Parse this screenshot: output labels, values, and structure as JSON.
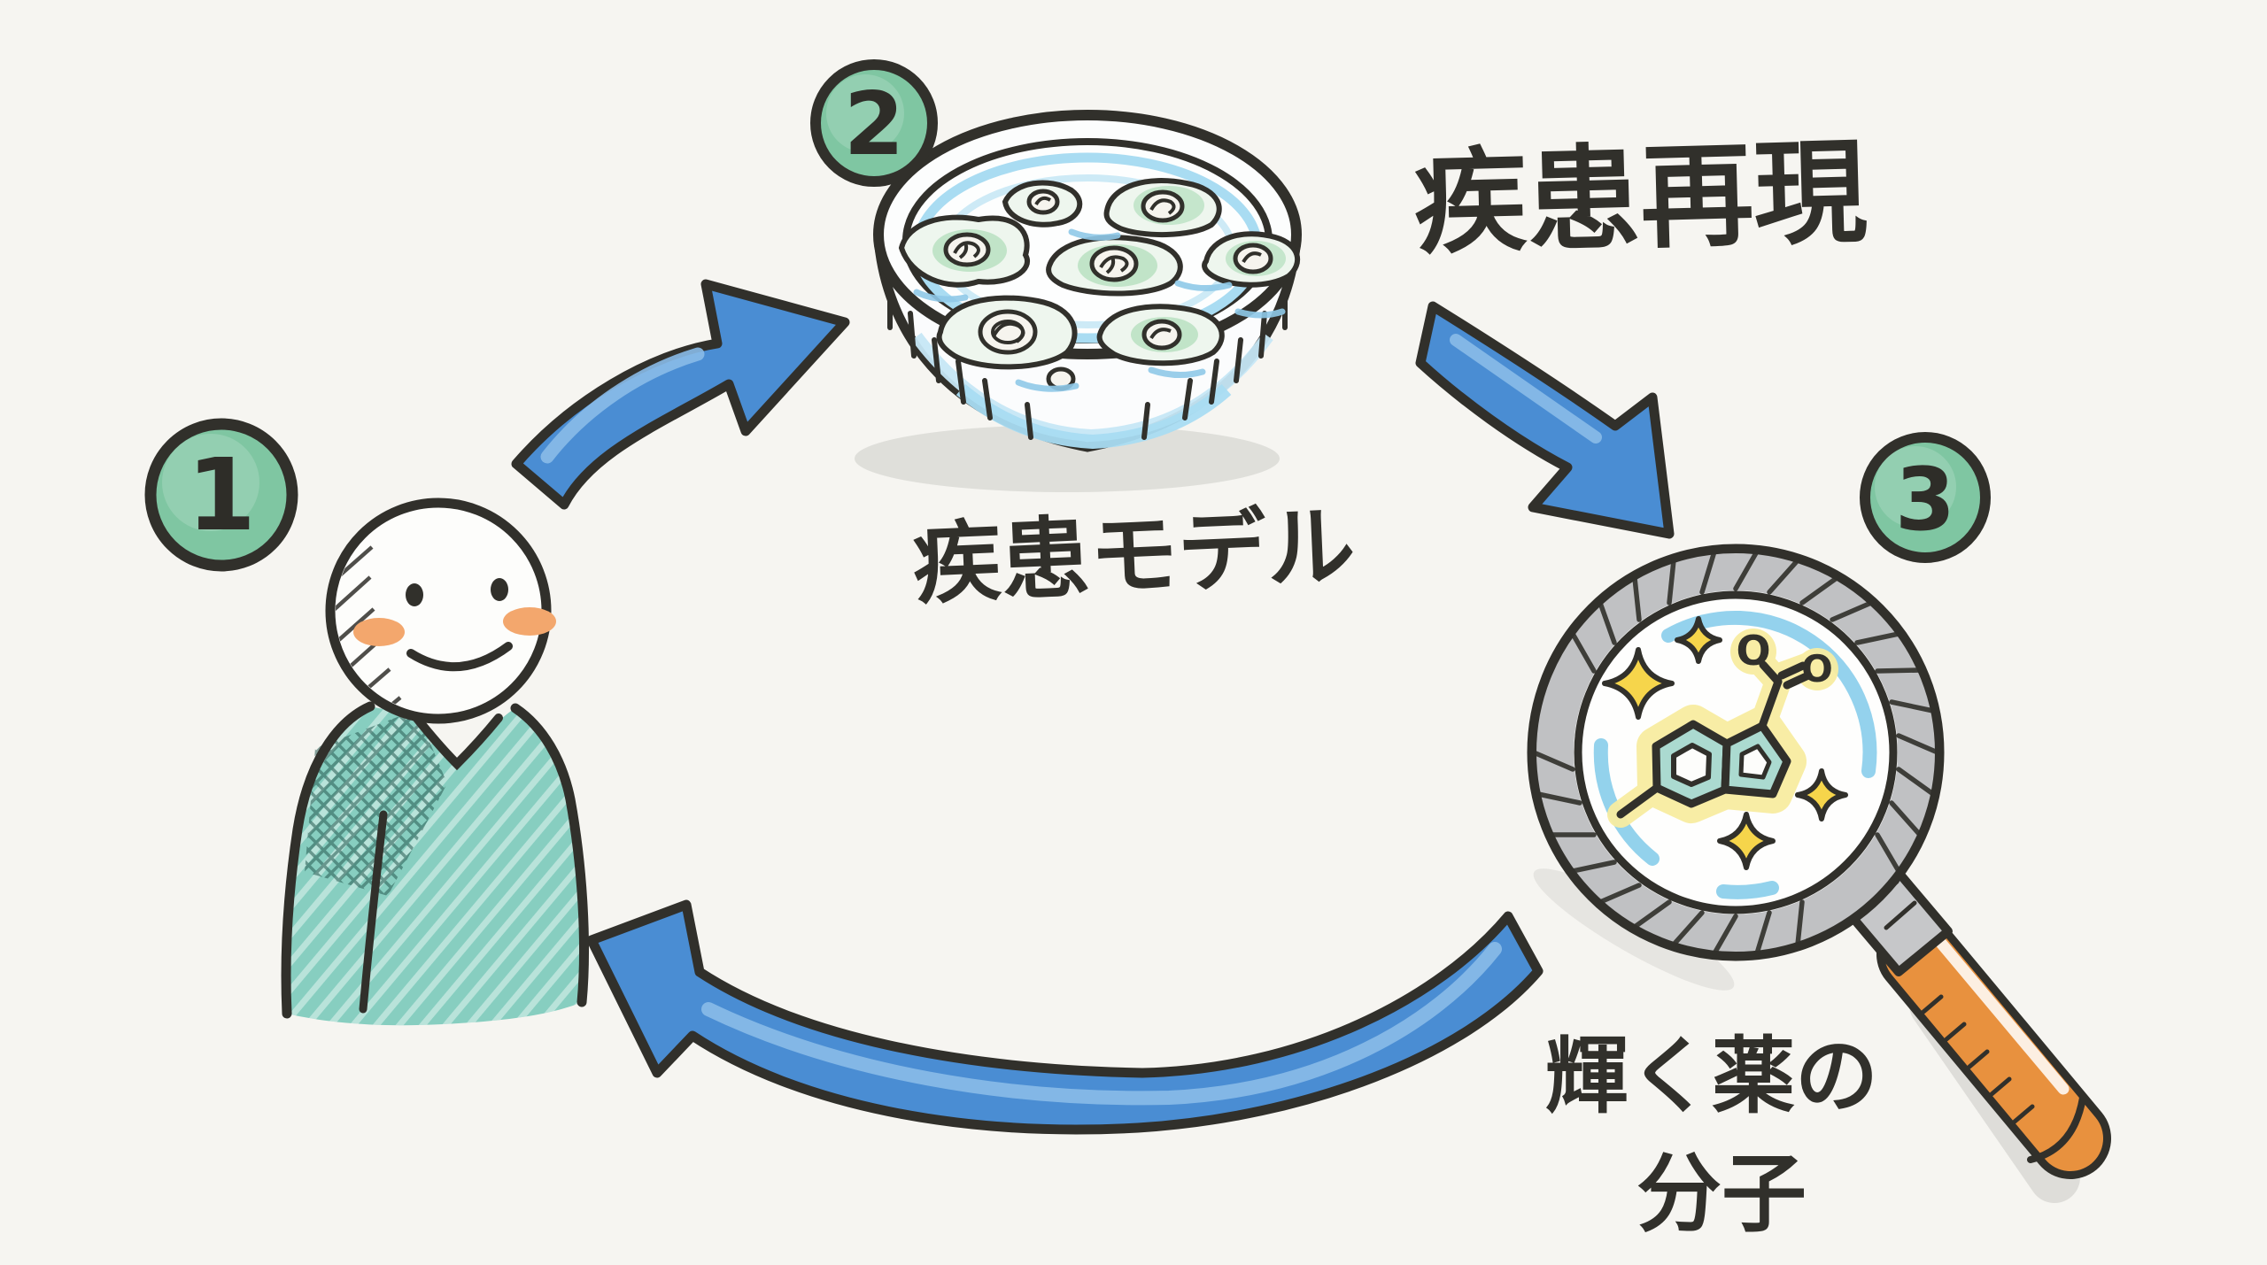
{
  "colors": {
    "background": "#f6f5f1",
    "ink": "#31302b",
    "badge_green": "#7fc6a2",
    "arrow_blue": "#4a8dd3",
    "arrow_highlight": "#8abbe8",
    "shirt_teal": "#87cec0",
    "blush_orange": "#f3a76d",
    "dish_blue": "#a9dcf2",
    "cell_green": "#9cd5aa",
    "lens_blue": "#8ed0ec",
    "rim_gray": "#c0c1c3",
    "handle_orange": "#e8913e",
    "sparkle_yellow": "#f6d54b",
    "glow_yellow": "#f8eda1",
    "ring_teal": "#abdad0"
  },
  "steps": [
    {
      "badge": "1",
      "icon": "person-icon"
    },
    {
      "badge": "2",
      "icon": "petri-dish-icon",
      "caption": "疾患モデル",
      "annotation": "疾患再現"
    },
    {
      "badge": "3",
      "icon": "magnifying-glass-icon",
      "caption_line1": "輝く薬の",
      "caption_line2": "分子",
      "atom_labels": [
        "O",
        "O"
      ]
    }
  ]
}
